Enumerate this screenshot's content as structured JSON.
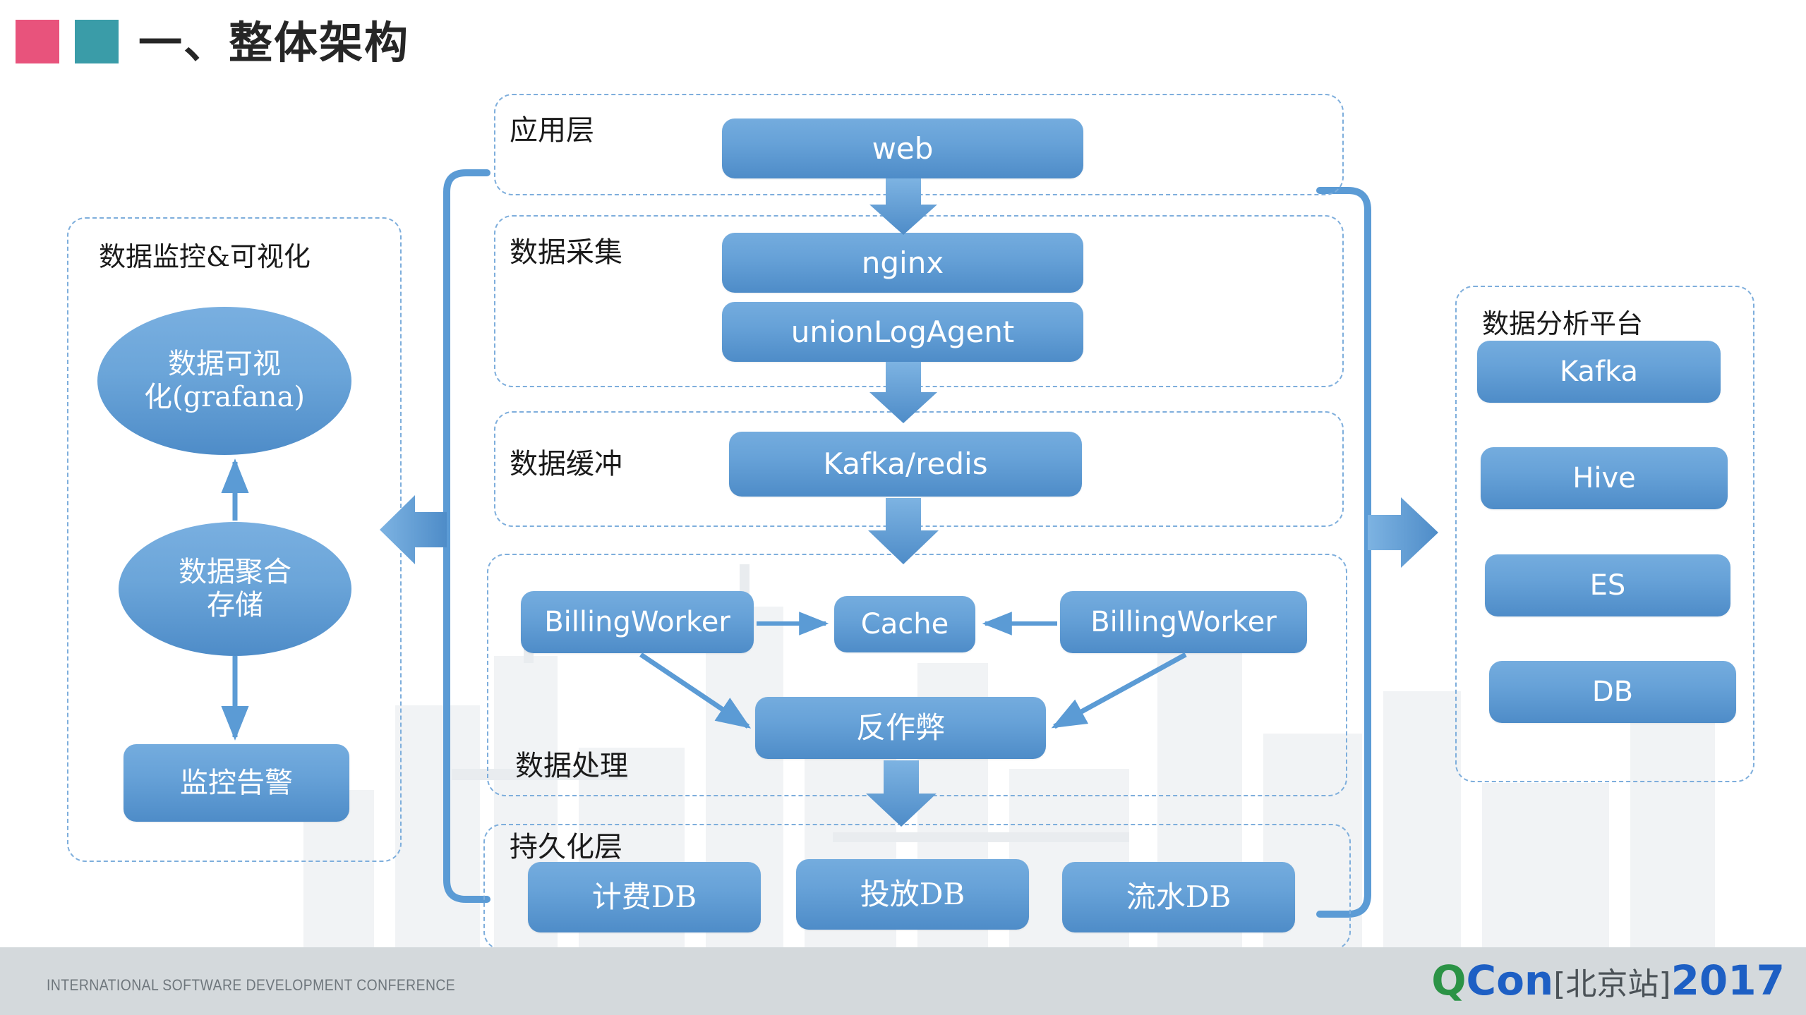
{
  "header": {
    "title": "一、整体架构",
    "swatch_pink": "#E8537C",
    "swatch_teal": "#3A9CA8",
    "pink_name": "pink-square",
    "teal_name": "teal-square"
  },
  "theme": {
    "node_fill_top": "#74ACDE",
    "node_fill_bottom": "#4E8CC8",
    "dashed_border": "#7EAEDC",
    "arrow_color": "#5B9BD5",
    "footer_bg": "#d4d9dc"
  },
  "monitor_panel": {
    "title": "数据监控&可视化",
    "nodes": [
      {
        "label": "数据可视\n化(grafana)",
        "shape": "ellipse"
      },
      {
        "label": "数据聚合\n存储",
        "shape": "ellipse"
      },
      {
        "label": "监控告警",
        "shape": "box"
      }
    ]
  },
  "analytics_panel": {
    "title": "数据分析平台",
    "nodes": [
      {
        "label": "Kafka"
      },
      {
        "label": "Hive"
      },
      {
        "label": "ES"
      },
      {
        "label": "DB"
      }
    ]
  },
  "layers": [
    {
      "name": "应用层",
      "nodes": [
        {
          "label": "web"
        }
      ]
    },
    {
      "name": "数据采集",
      "nodes": [
        {
          "label": "nginx"
        },
        {
          "label": "unionLogAgent"
        }
      ]
    },
    {
      "name": "数据缓冲",
      "nodes": [
        {
          "label": "Kafka/redis"
        }
      ]
    },
    {
      "name": "数据处理",
      "nodes": [
        {
          "label": "BillingWorker"
        },
        {
          "label": "Cache"
        },
        {
          "label": "BillingWorker"
        },
        {
          "label": "反作弊"
        }
      ]
    },
    {
      "name": "持久化层",
      "nodes": [
        {
          "label": "计费DB"
        },
        {
          "label": "投放DB"
        },
        {
          "label": "流水DB"
        }
      ]
    }
  ],
  "footer": {
    "tagline": "INTERNATIONAL SOFTWARE DEVELOPMENT CONFERENCE",
    "logo_q": "Q",
    "logo_con": "Con",
    "logo_city": "[北京站]",
    "logo_year": "2017"
  }
}
